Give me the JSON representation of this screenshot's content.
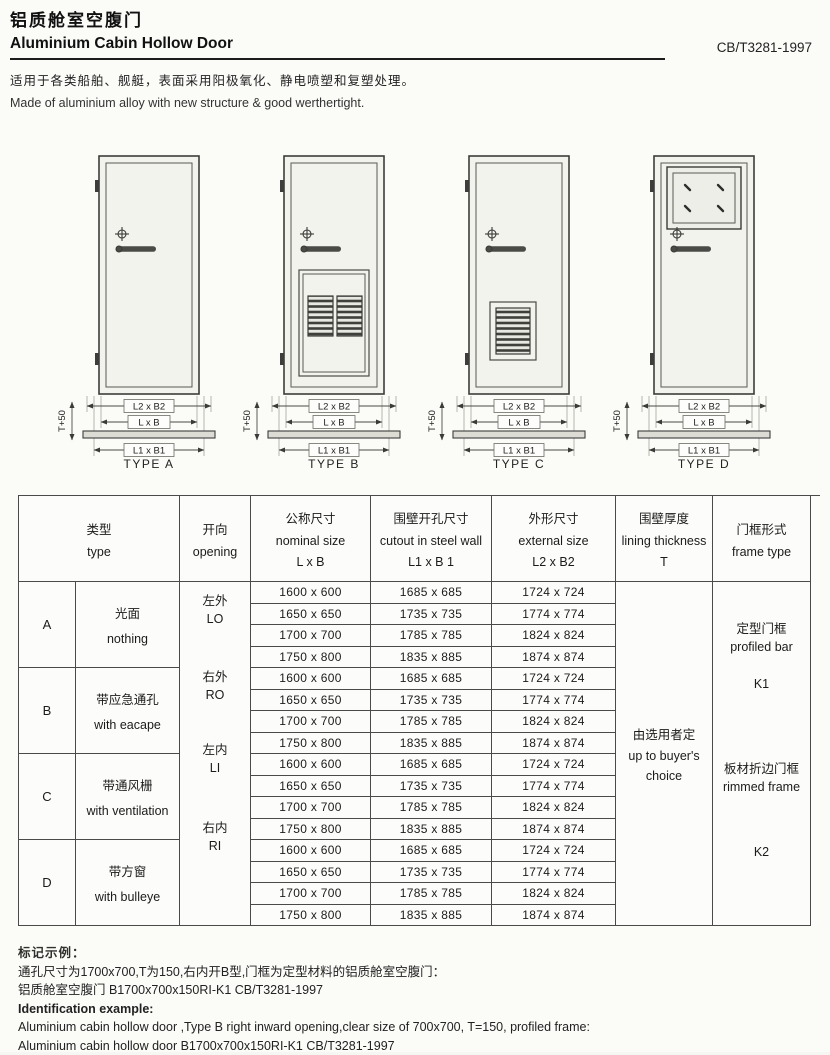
{
  "header": {
    "title_cn": "铝质舱室空腹门",
    "title_en": "Aluminium Cabin Hollow Door",
    "standard": "CB/T3281-1997",
    "description_cn": "适用于各类船舶、舰艇，表面采用阳极氧化、静电喷塑和复塑处理。",
    "description_en": "Made of aluminium alloy with new structure & good werthertight."
  },
  "diagrams": {
    "dim_labels": {
      "external": "L2 x B2",
      "nominal": "L x B",
      "cutout": "L1 x B1",
      "thickness": "T+50"
    },
    "items": [
      {
        "label": "TYPE A"
      },
      {
        "label": "TYPE B"
      },
      {
        "label": "TYPE C"
      },
      {
        "label": "TYPE D"
      }
    ]
  },
  "table": {
    "headers": {
      "type_cn": "类型",
      "type_en": "type",
      "opening_cn": "开向",
      "opening_en": "opening",
      "nominal_cn": "公称尺寸",
      "nominal_en": "nominal size",
      "nominal_sub": "L x B",
      "cutout_cn": "围壁开孔尺寸",
      "cutout_en": "cutout in steel wall",
      "cutout_sub": "L1 x B 1",
      "external_cn": "外形尺寸",
      "external_en": "external  size",
      "external_sub": "L2 x B2",
      "lining_cn": "围壁厚度",
      "lining_en": "lining thickness",
      "lining_sub": "T",
      "frame_cn": "门框形式",
      "frame_en": "frame type"
    },
    "types": [
      {
        "letter": "A",
        "desc_cn": "光面",
        "desc_en": "nothing"
      },
      {
        "letter": "B",
        "desc_cn": "带应急通孔",
        "desc_en": "with eacape"
      },
      {
        "letter": "C",
        "desc_cn": "带通风栅",
        "desc_en": "with ventilation"
      },
      {
        "letter": "D",
        "desc_cn": "带方窗",
        "desc_en": "with bulleye"
      }
    ],
    "openings": [
      {
        "cn": "左外",
        "en": "LO"
      },
      {
        "cn": "右外",
        "en": "RO"
      },
      {
        "cn": "左内",
        "en": "LI"
      },
      {
        "cn": "右内",
        "en": "RI"
      }
    ],
    "rows": [
      {
        "nominal": "1600 x 600",
        "cutout": "1685 x 685",
        "external": "1724 x 724"
      },
      {
        "nominal": "1650 x 650",
        "cutout": "1735 x 735",
        "external": "1774 x 774"
      },
      {
        "nominal": "1700 x 700",
        "cutout": "1785 x 785",
        "external": "1824 x 824"
      },
      {
        "nominal": "1750 x 800",
        "cutout": "1835 x 885",
        "external": "1874 x 874"
      },
      {
        "nominal": "1600 x 600",
        "cutout": "1685 x 685",
        "external": "1724 x 724"
      },
      {
        "nominal": "1650 x 650",
        "cutout": "1735 x 735",
        "external": "1774 x 774"
      },
      {
        "nominal": "1700 x 700",
        "cutout": "1785 x 785",
        "external": "1824 x 824"
      },
      {
        "nominal": "1750 x 800",
        "cutout": "1835 x 885",
        "external": "1874 x 874"
      },
      {
        "nominal": "1600 x 600",
        "cutout": "1685 x 685",
        "external": "1724 x 724"
      },
      {
        "nominal": "1650 x 650",
        "cutout": "1735 x 735",
        "external": "1774 x 774"
      },
      {
        "nominal": "1700 x 700",
        "cutout": "1785 x 785",
        "external": "1824 x 824"
      },
      {
        "nominal": "1750 x 800",
        "cutout": "1835 x 885",
        "external": "1874 x 874"
      },
      {
        "nominal": "1600 x 600",
        "cutout": "1685 x 685",
        "external": "1724 x 724"
      },
      {
        "nominal": "1650 x 650",
        "cutout": "1735 x 735",
        "external": "1774 x 774"
      },
      {
        "nominal": "1700 x 700",
        "cutout": "1785 x 785",
        "external": "1824 x 824"
      },
      {
        "nominal": "1750 x 800",
        "cutout": "1835 x 885",
        "external": "1874 x 874"
      }
    ],
    "lining": {
      "cn": "由选用者定",
      "en1": "up to buyer's",
      "en2": "choice"
    },
    "frames": [
      {
        "cn": "定型门框",
        "en": "profiled bar",
        "code": "K1"
      },
      {
        "cn": "板材折边门框",
        "en": "rimmed frame",
        "code": "K2"
      }
    ]
  },
  "footer": {
    "heading_cn": "标记示例：",
    "line1_cn": "通孔尺寸为1700x700,T为150,右内开B型,门框为定型材料的铝质舱室空腹门：",
    "line2_cn": "铝质舱室空腹门 B1700x700x150RI-K1 CB/T3281-1997",
    "heading_en": "Identification example:",
    "line1_en": "Aluminium cabin hollow door ,Type B right inward opening,clear size of 700x700, T=150, profiled frame:",
    "line2_en": "Aluminium cabin hollow door B1700x700x150RI-K1 CB/T3281-1997"
  }
}
